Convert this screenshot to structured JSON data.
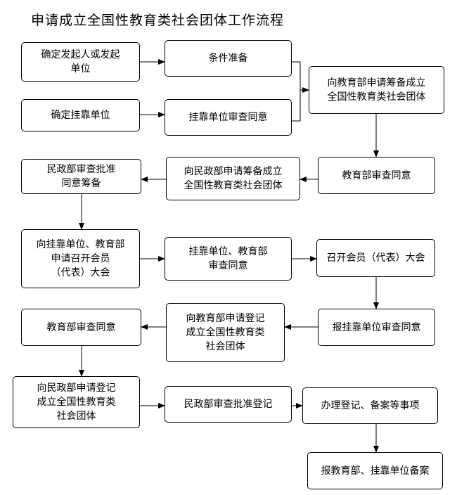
{
  "title": "申请成立全国性教育类社会团体工作流程",
  "nodes": {
    "n1": "确定发起人或发起\n单位",
    "n2": "条件准备",
    "n3": "确定挂靠单位",
    "n4": "挂靠单位审查同意",
    "n5": "向教育部申请筹备成立\n全国性教育类社会团体",
    "n6": "教育部审查同意",
    "n7": "向民政部申请筹备成立\n全国性教育类社会团体",
    "n8": "民政部审查批准\n同意筹备",
    "n9": "向挂靠单位、教育部\n申请召开会员\n（代表）大会",
    "n10": "挂靠单位、教育部\n审查同意",
    "n11": "召开会员（代表）大会",
    "n12": "报挂靠单位审查同意",
    "n13": "向教育部申请登记\n成立全国性教育类\n社会团体",
    "n14": "教育部审查同意",
    "n15": "向民政部申请登记\n成立全国性教育类\n社会团体",
    "n16": "民政部审查批准登记",
    "n17": "办理登记、备案等事项",
    "n18": "报教育部、挂靠单位备案"
  }
}
